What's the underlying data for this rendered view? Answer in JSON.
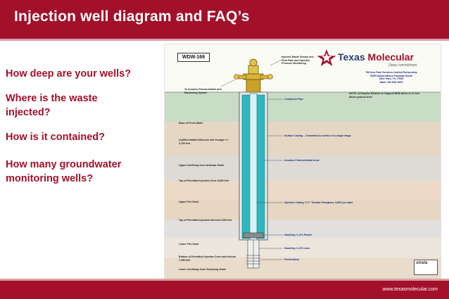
{
  "title": "Injection well diagram and FAQ’s",
  "questions": [
    "How deep are your wells?",
    "Where is the waste injected?",
    "How is it contained?",
    "How many groundwater monitoring wells?"
  ],
  "footer_url": "www.texasmolecular.com",
  "diagram": {
    "well_label": "WDW-169",
    "logo_name_part1": "Texas ",
    "logo_name_part2": "Molecular",
    "logo_tagline": "Deep commitment",
    "company_block": [
      "TM Deer Park Services Limited Partnership",
      "2525 Independence Parkway South",
      "Deer Park, TX 77536",
      "Main: 281-930-2525"
    ],
    "note": "NOTE: All Depths Relative to Original RKB which is 12 feet above ground level",
    "wellhead_label_left": "To Annulus Pressurization and Monitoring System",
    "wellhead_label_right": "Injected Waste Stream and Flow Rate and Injection Pressure Monitoring",
    "strata_label": "strata",
    "left_labels": [
      "Base of Fresh Water",
      "Undifferentiated Miocene and Younger +/- 3,700 feet",
      "Upper Confining Zone Anahuac Shale",
      "Top of Permitted Injection Zone 5,800 feet",
      "Upper Frio Sand",
      "Top of Permitted Injection Interval 6,650 feet",
      "Lower Frio Sand",
      "Bottom of Permitted Injection Zone and Interval 7,080 feet",
      "Lower Confining Zone Vicksburg Shale"
    ],
    "right_labels": [
      "Conductor Pipe",
      "Surface Casing – Cemented to surface in a single stage",
      "Annulus Fluid-Inhibited brine",
      "Injection Tubing: 5 ½\" Tubular Fiberglass, 5,800 psi rated",
      "Hastelloy C-276 Packer",
      "Hastelloy C-276 Liner",
      "Perforations"
    ]
  }
}
